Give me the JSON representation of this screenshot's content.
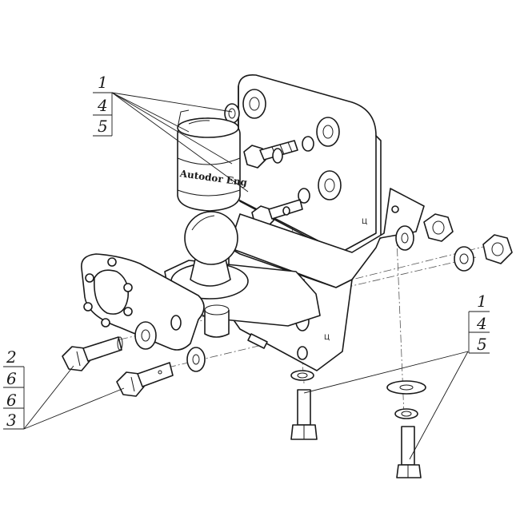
{
  "callouts": {
    "top_left": [
      "1",
      "4",
      "5"
    ],
    "bottom_right": [
      "1",
      "4",
      "5"
    ],
    "left": [
      "2",
      "6",
      "6",
      "3"
    ]
  },
  "labels": {
    "cap_brand": "Autodor Eng",
    "plate_mark": "Ц",
    "bracket_mark": "Ц"
  },
  "colors": {
    "line": "#1a1a1a",
    "background": "#ffffff"
  }
}
